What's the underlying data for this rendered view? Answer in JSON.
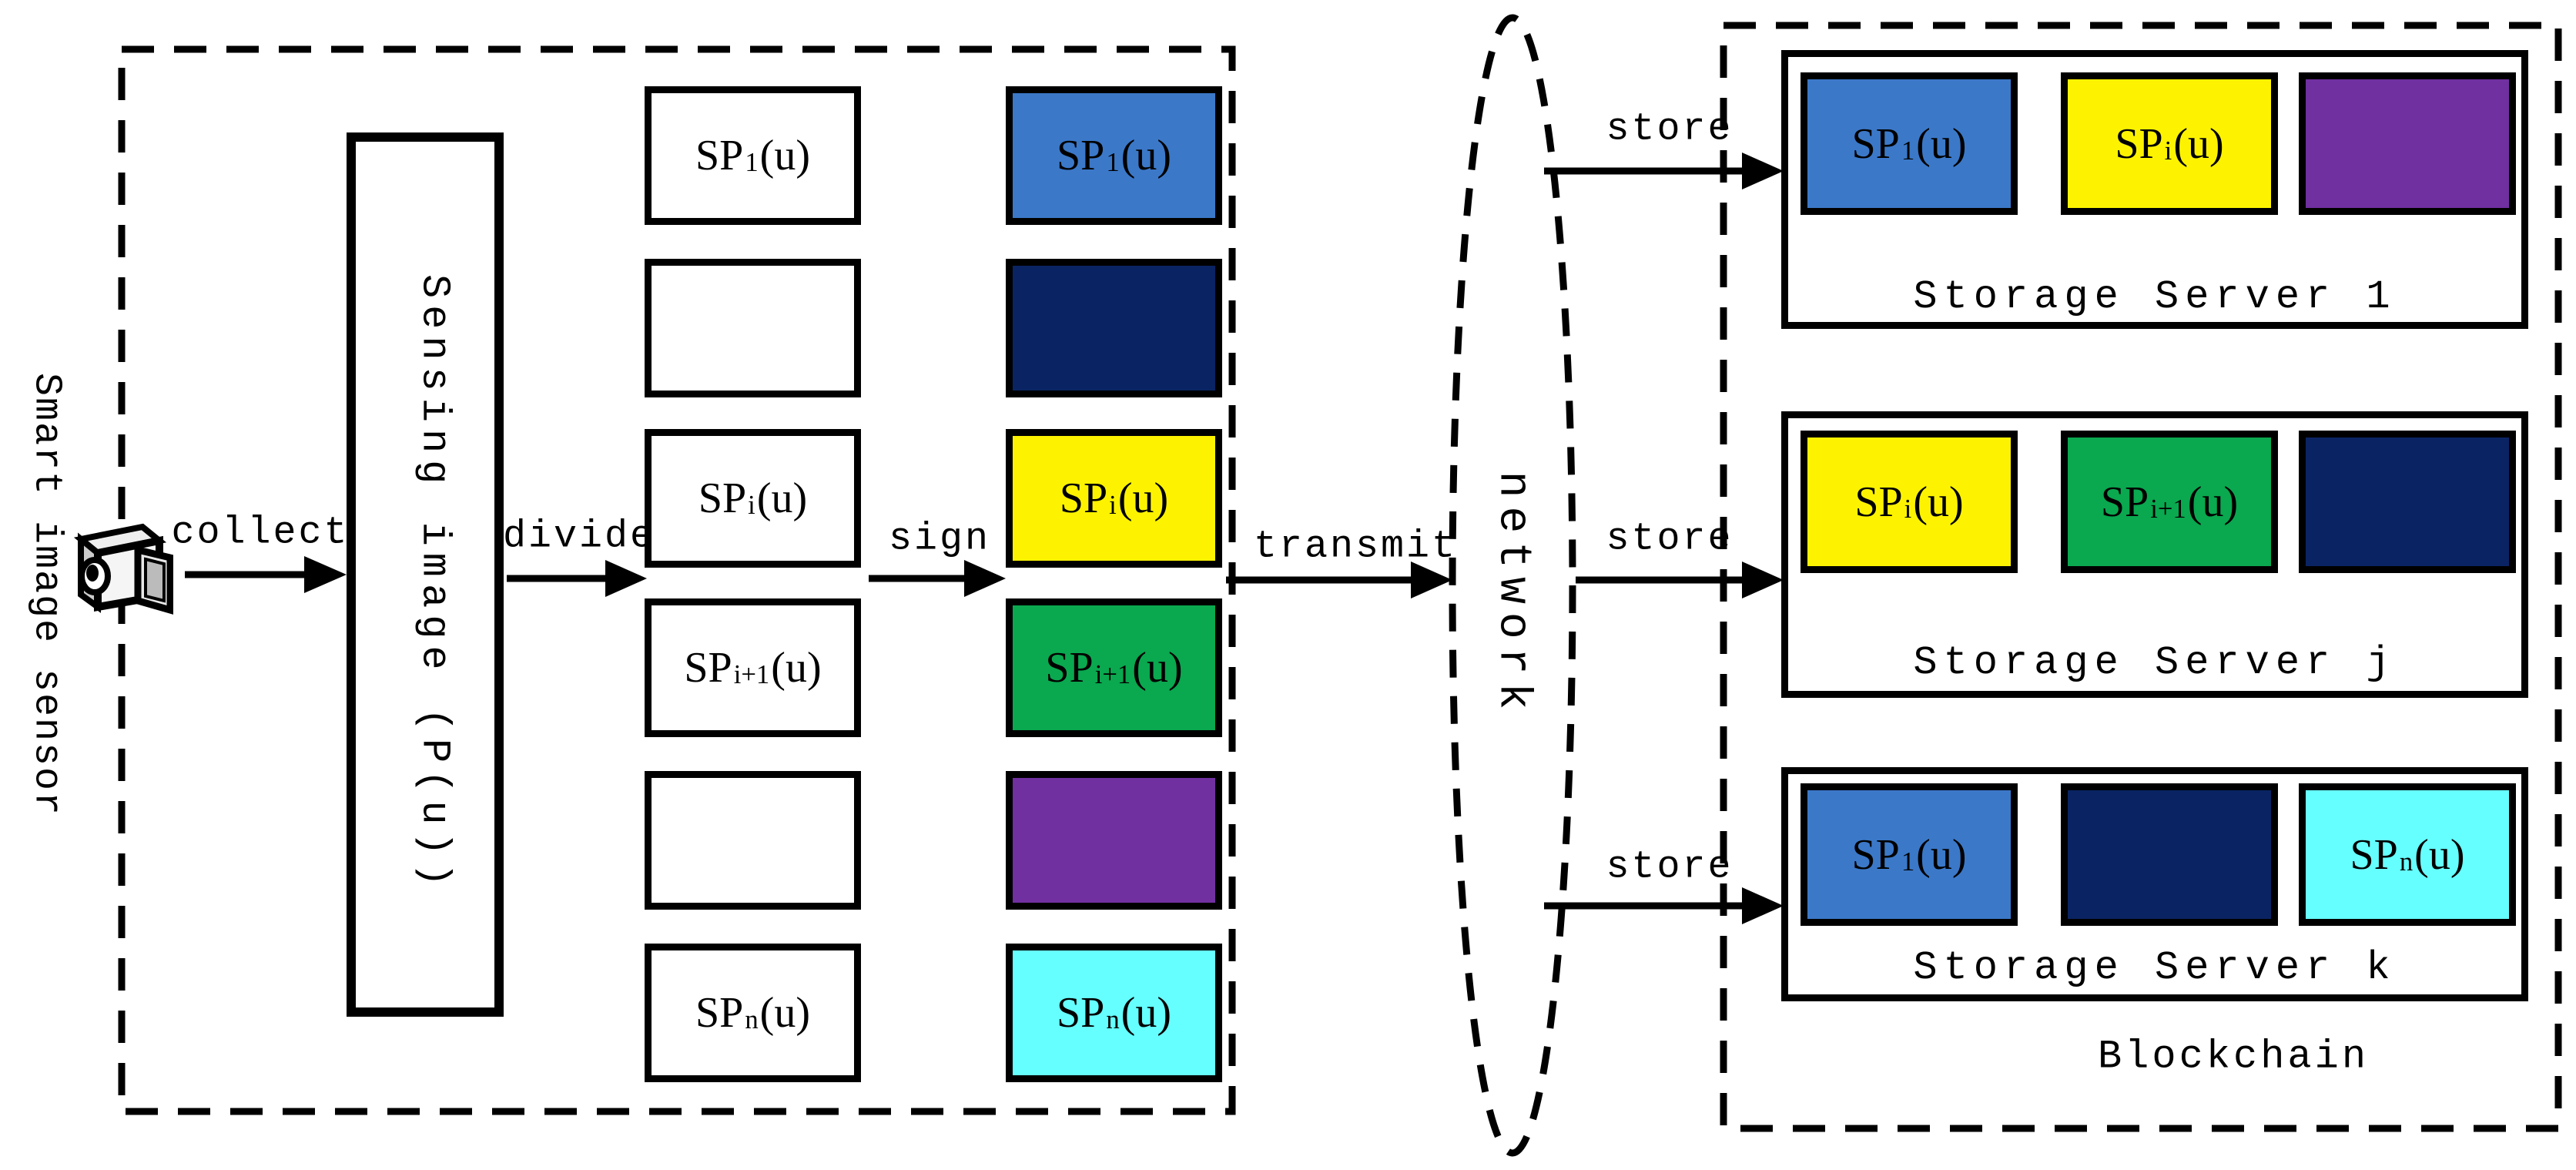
{
  "colors": {
    "blue": "#3B78C8",
    "navy": "#0A2463",
    "yellow": "#FDF300",
    "green": "#0AA84F",
    "purple": "#7030A0",
    "cyan": "#66FFFF",
    "line": "#000000"
  },
  "sensor": {
    "label": "Smart image sensor",
    "icon": "camcorder-icon"
  },
  "sensing_box": {
    "label": "Sensing image (P(u))"
  },
  "flow_labels": {
    "collect": "collect",
    "divide": "divide",
    "sign": "sign",
    "transmit": "transmit"
  },
  "store_labels": [
    "store",
    "store",
    "store"
  ],
  "network": {
    "label": "network"
  },
  "sp": {
    "prefix": "SP",
    "suffix": "(u)"
  },
  "share_columns": {
    "plain": [
      {
        "sub": "1"
      },
      {},
      {
        "sub": "i"
      },
      {
        "sub": "i+1"
      },
      {},
      {
        "sub": "n"
      }
    ],
    "signed": [
      {
        "sub": "1",
        "color": "#3B78C8"
      },
      {
        "color": "#0A2463"
      },
      {
        "sub": "i",
        "color": "#FDF300"
      },
      {
        "sub": "i+1",
        "color": "#0AA84F"
      },
      {
        "color": "#7030A0"
      },
      {
        "sub": "n",
        "color": "#66FFFF"
      }
    ]
  },
  "servers": [
    {
      "title": "Storage Server 1",
      "pieces": [
        {
          "sub": "1",
          "color": "#3B78C8"
        },
        {
          "sub": "i",
          "color": "#FDF300"
        },
        {
          "color": "#7030A0"
        }
      ]
    },
    {
      "title": "Storage Server j",
      "pieces": [
        {
          "sub": "i",
          "color": "#FDF300"
        },
        {
          "sub": "i+1",
          "color": "#0AA84F"
        },
        {
          "color": "#0A2463"
        }
      ]
    },
    {
      "title": "Storage Server k",
      "pieces": [
        {
          "sub": "1",
          "color": "#3B78C8"
        },
        {
          "color": "#0A2463"
        },
        {
          "sub": "n",
          "color": "#66FFFF"
        }
      ]
    }
  ],
  "blockchain": {
    "label": "Blockchain"
  }
}
